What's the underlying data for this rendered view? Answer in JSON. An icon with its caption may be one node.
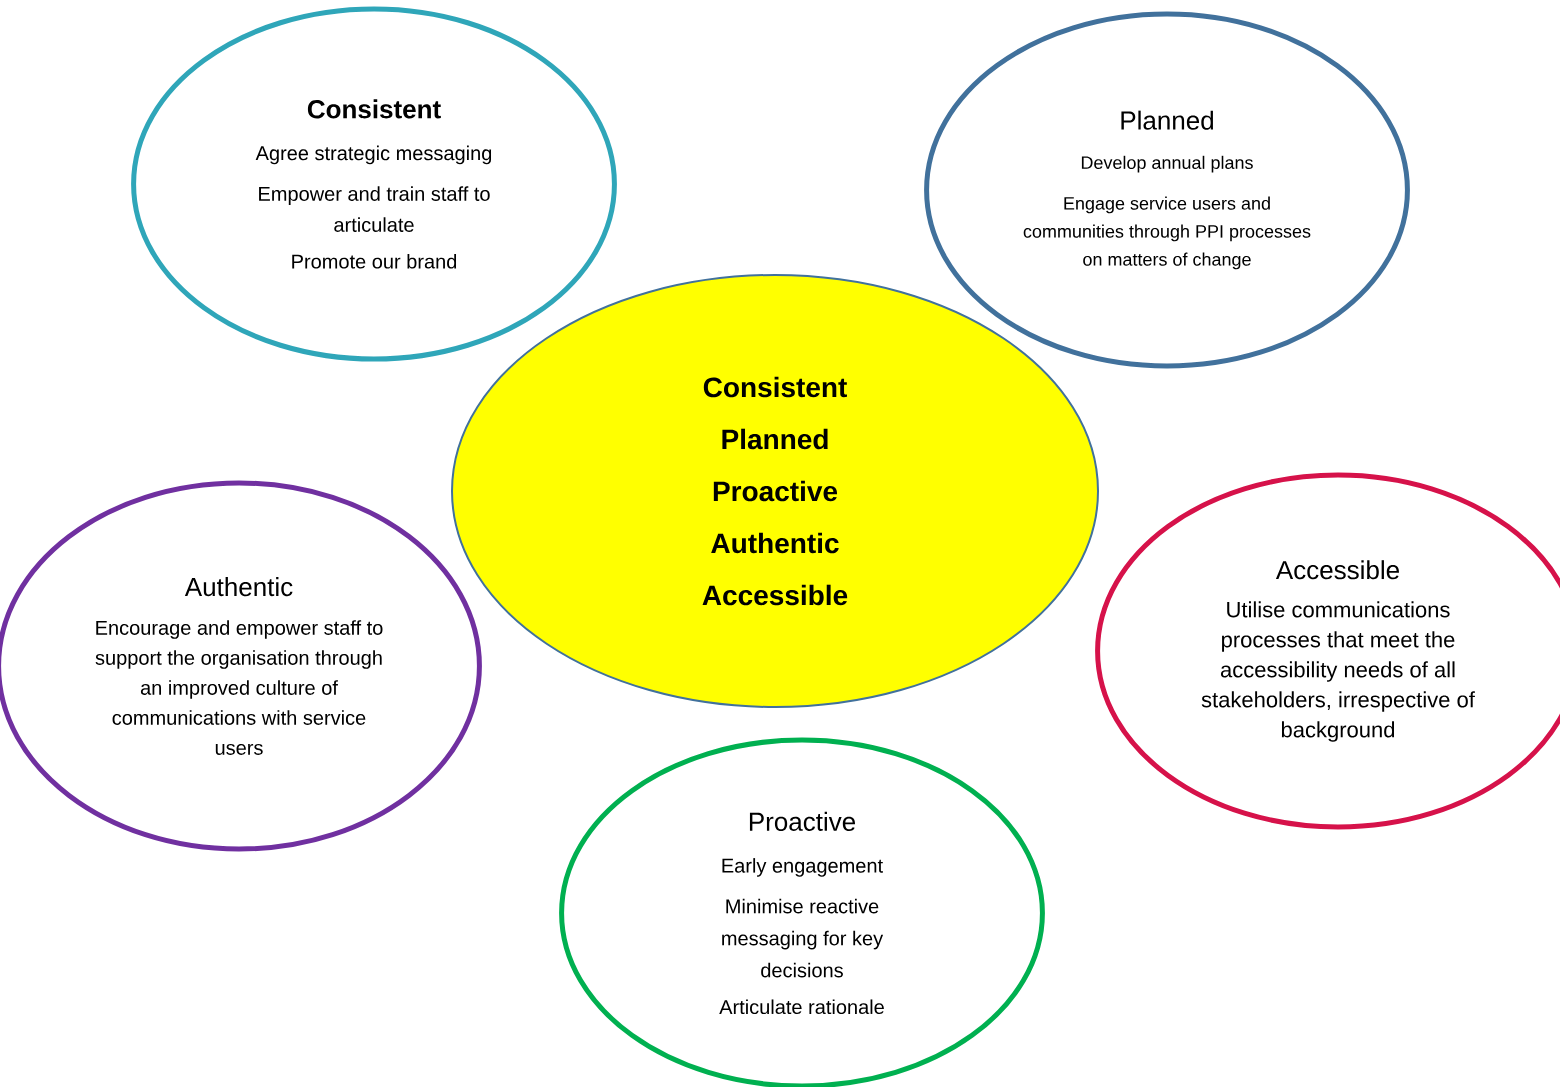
{
  "diagram": {
    "nodes": [
      {
        "text": [
          "Consistent",
          "Planned",
          "Proactive",
          "Authentic",
          "Accessible"
        ]
      },
      {
        "text": [
          "Consistent",
          "Agree strategic messaging",
          "Empower and train staff to articulate",
          "Promote our brand"
        ]
      },
      {
        "text": [
          "Planned",
          "Develop annual plans",
          "Engage service users and communities through PPI processes on matters of change"
        ]
      },
      {
        "text": [
          "Authentic",
          "Encourage and empower staff to support the organisation through an improved culture of communications with service users"
        ]
      },
      {
        "text": [
          "Accessible",
          "Utilise communications processes that meet the accessibility needs of all stakeholders, irrespective of background"
        ]
      },
      {
        "text": [
          "Proactive",
          "Early engagement",
          "Minimise reactive messaging for key decisions",
          "Articulate rationale"
        ]
      }
    ],
    "edges": []
  }
}
